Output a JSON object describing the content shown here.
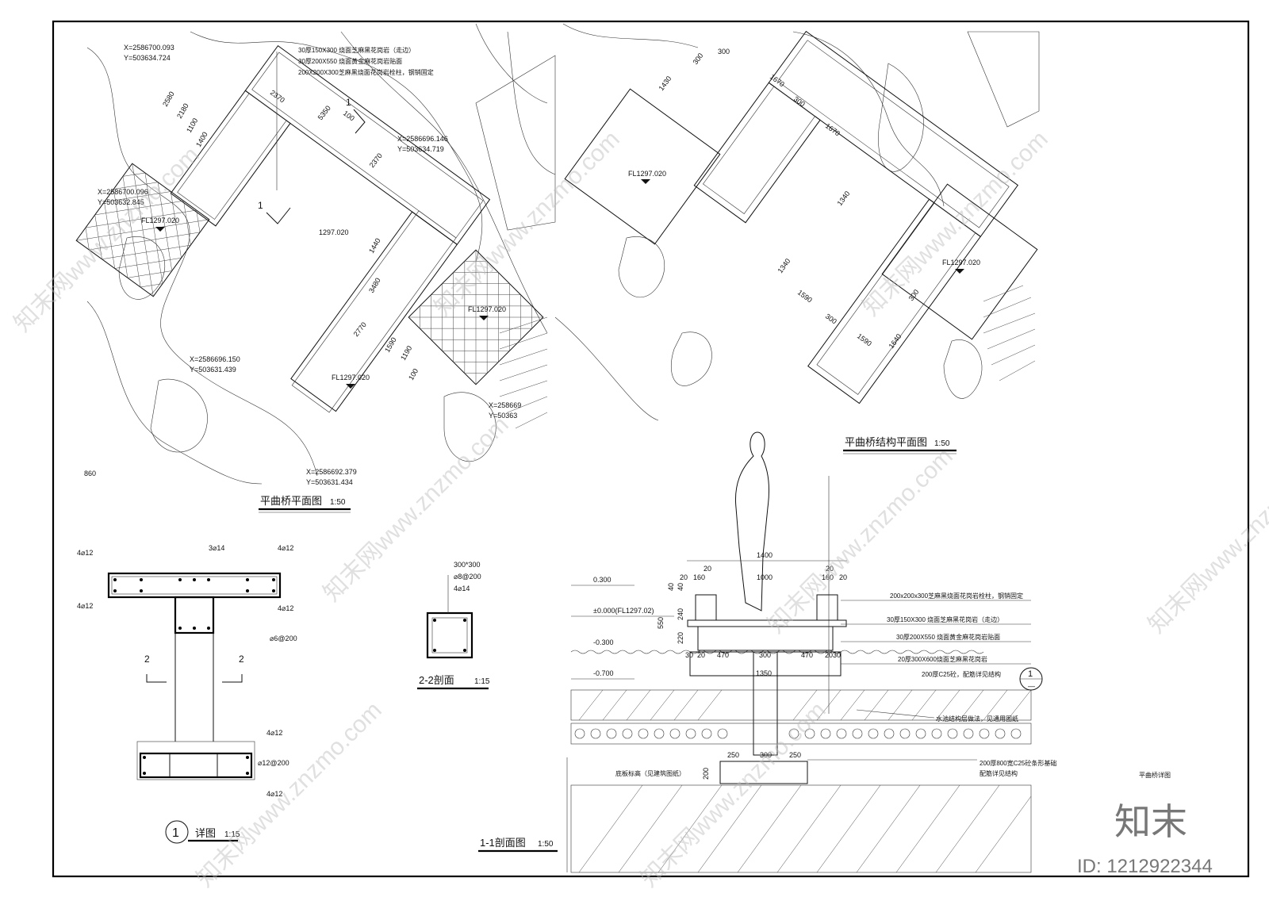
{
  "plan": {
    "title": "平曲桥平面图",
    "scale": "1:50",
    "coords": [
      {
        "x": "X=2586700.093",
        "y": "Y=503634.724"
      },
      {
        "x": "X=2586696.146",
        "y": "Y=503634.719"
      },
      {
        "x": "X=2586700.096",
        "y": "Y=503632.845"
      },
      {
        "x": "X=2586696.150",
        "y": "Y=503631.439"
      },
      {
        "x": "X=2586692.379",
        "y": "Y=503631.434"
      },
      {
        "x": "X=258669",
        "y": "Y=50363"
      }
    ],
    "notes": [
      "30厚150X300  烧面芝麻黑花岗岩（走边）",
      "30厚200X550  烧面黄金麻花岗岩贴面",
      "200X200X300芝麻黑烧面花岗岩栓柱，钢销固定"
    ],
    "dims": [
      "2580",
      "2180",
      "1100",
      "1400",
      "2370",
      "5350",
      "100",
      "2370",
      "1440",
      "3480",
      "2770",
      "1590",
      "1190",
      "100",
      "860"
    ],
    "levels": [
      "FL1297.020",
      "1297.020",
      "FL1297.020",
      "FL1297.020"
    ],
    "section_mark": "1"
  },
  "struct_plan": {
    "title": "平曲桥结构平面图",
    "scale": "1:50",
    "dims": [
      "300",
      "300",
      "1430",
      "1670",
      "300",
      "1670",
      "1340",
      "1340",
      "1590",
      "300",
      "1590",
      "1640",
      "300"
    ],
    "levels": [
      "FL1297.020",
      "FL1297.020"
    ]
  },
  "detail": {
    "title": "详图",
    "scale": "1:15",
    "num": "1",
    "labels": [
      "4⌀12",
      "3⌀14",
      "4⌀12",
      "4⌀12",
      "4⌀12",
      "⌀6@200",
      "4⌀12",
      "⌀12@200",
      "4⌀12"
    ],
    "cut": "2"
  },
  "sec22": {
    "title": "2-2剖面",
    "scale": "1:15",
    "labels": [
      "300*300",
      "⌀8@200",
      "4⌀14"
    ]
  },
  "sec11": {
    "title": "1-1剖面图",
    "scale": "1:50",
    "levels": [
      "0.300",
      "±0.000(FL1297.02)",
      "-0.300",
      "-0.700"
    ],
    "dims": [
      "1400",
      "20",
      "160",
      "1000",
      "160",
      "20",
      "20",
      "20",
      "40",
      "40",
      "240",
      "220",
      "550",
      "30",
      "20",
      "470",
      "300",
      "470",
      "20",
      "30",
      "1350",
      "250",
      "300",
      "250",
      "200"
    ],
    "notes": [
      "200x200x300芝麻黑烧面花岗岩栓柱，钢销固定",
      "30厚150X300  烧面芝麻黑花岗岩（走边）",
      "30厚200X550  烧面黄金麻花岗岩贴面",
      "20厚300X600烧面芝麻黑花岗岩",
      "200厚C25砼，配筋详见结构",
      "水池结构层做法，见通用图纸",
      "200厚800宽C25砼条形基础",
      "配筋详见结构",
      "底板标高（见建筑图纸）"
    ],
    "ref_top": "1",
    "ref_bottom": "—"
  },
  "sheet_label": "平曲桥详图",
  "brand": "知末",
  "id_text": "ID: 1212922344",
  "watermark": "知末网www.znzmo.com"
}
